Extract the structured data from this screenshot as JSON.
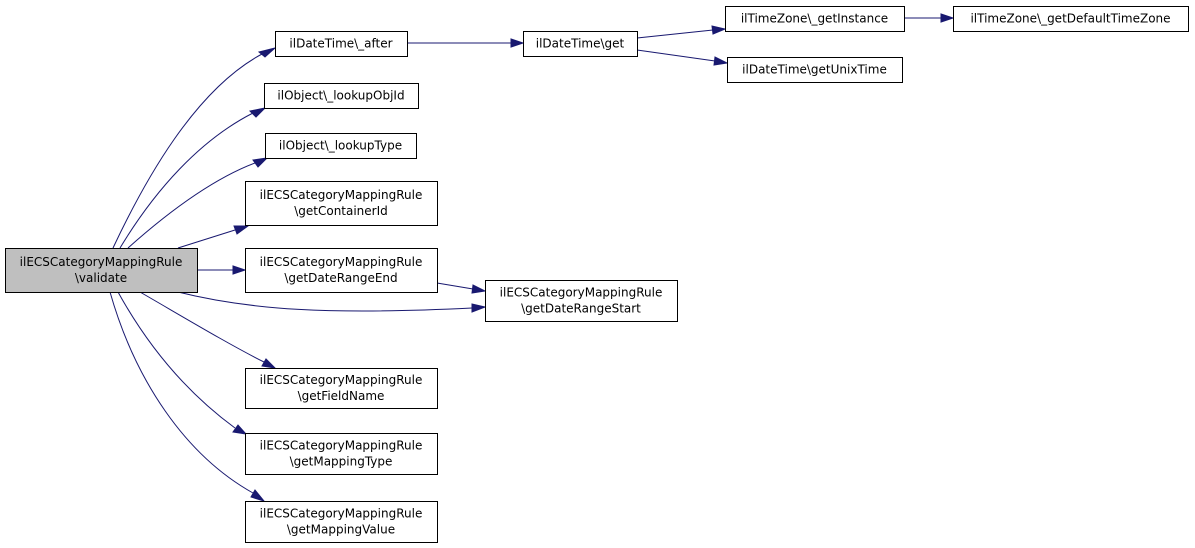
{
  "colors": {
    "edge": "#191970",
    "node_border": "#000000",
    "node_fill": "#ffffff",
    "root_fill": "#bfbfbf"
  },
  "nodes": {
    "root": [
      "ilECSCategoryMappingRule",
      "\\validate"
    ],
    "datetime_after": [
      "ilDateTime\\_after"
    ],
    "datetime_get": [
      "ilDateTime\\get"
    ],
    "timezone_getinstance": [
      "ilTimeZone\\_getInstance"
    ],
    "timezone_getdefault": [
      "ilTimeZone\\_getDefaultTimeZone"
    ],
    "datetime_getunixtime": [
      "ilDateTime\\getUnixTime"
    ],
    "object_lookupobjid": [
      "ilObject\\_lookupObjId"
    ],
    "object_lookuptype": [
      "ilObject\\_lookupType"
    ],
    "getcontainerid": [
      "ilECSCategoryMappingRule",
      "\\getContainerId"
    ],
    "getdaterangeend": [
      "ilECSCategoryMappingRule",
      "\\getDateRangeEnd"
    ],
    "getdaterangestart": [
      "ilECSCategoryMappingRule",
      "\\getDateRangeStart"
    ],
    "getfieldname": [
      "ilECSCategoryMappingRule",
      "\\getFieldName"
    ],
    "getmappingtype": [
      "ilECSCategoryMappingRule",
      "\\getMappingType"
    ],
    "getmappingvalue": [
      "ilECSCategoryMappingRule",
      "\\getMappingValue"
    ]
  }
}
